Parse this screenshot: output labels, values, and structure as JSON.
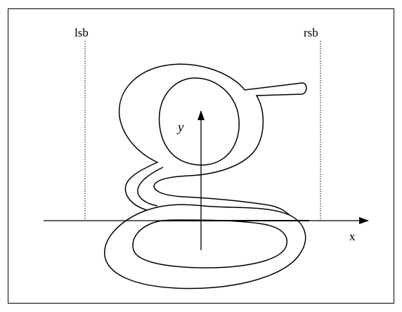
{
  "labels": {
    "lsb": "lsb",
    "rsb": "rsb",
    "x_axis": "x",
    "y_axis": "y"
  },
  "colors": {
    "stroke": "#000000",
    "background": "#ffffff"
  }
}
